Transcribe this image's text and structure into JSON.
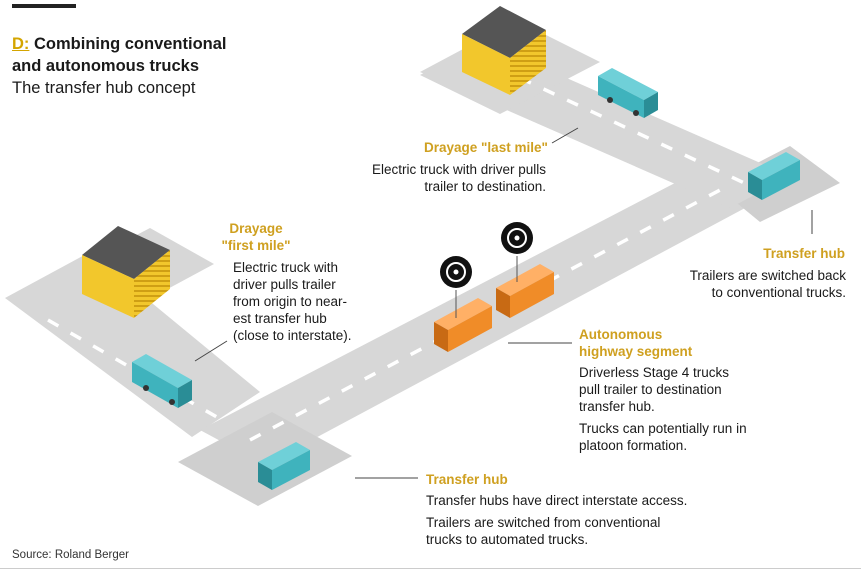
{
  "header": {
    "letter": "D:",
    "title": "Combining conventional and autonomous trucks",
    "subtitle": "The transfer hub concept"
  },
  "labels": {
    "last_mile_heading": "Drayage \"last mile\"",
    "last_mile_text": "Electric truck with driver pulls trailer to destination.",
    "first_mile_heading": "Drayage \"first mile\"",
    "first_mile_text": "Electric truck with driver pulls trailer from origin to near-est transfer hub (close to interstate).",
    "hub_right_heading": "Transfer hub",
    "hub_right_text": "Trailers are switched back to conventional trucks.",
    "autonomous_heading": "Autonomous highway segment",
    "autonomous_text_1": "Driverless Stage 4 trucks pull trailer to destination transfer hub.",
    "autonomous_text_2": "Trucks can potentially run in platoon formation.",
    "hub_bottom_heading": "Transfer hub",
    "hub_bottom_text_1": "Transfer hubs have direct interstate access.",
    "hub_bottom_text_2": "Trailers are switched from conventional trucks to automated trucks."
  },
  "source": "Source: Roland Berger",
  "colors": {
    "road": "#d7d7d7",
    "lane_marking": "#ffffff",
    "warehouse": "#f2c72c",
    "conventional_truck": "#3fb3bd",
    "autonomous_truck": "#f08c28",
    "accent_text": "#cfa020"
  }
}
